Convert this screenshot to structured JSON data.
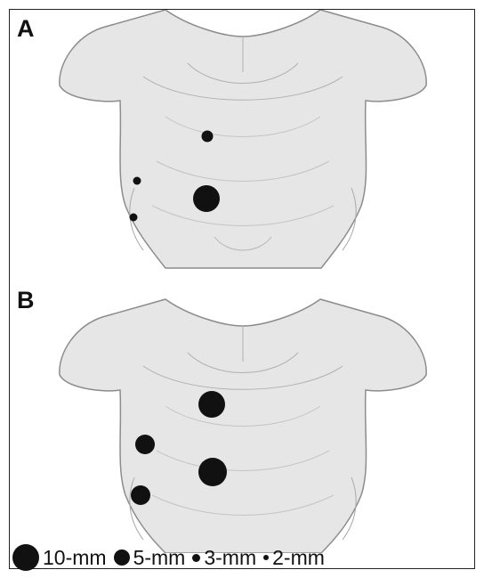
{
  "panels": [
    {
      "label": "A",
      "ports": [
        {
          "size": "5-mm",
          "position": "upper mid-abdomen"
        },
        {
          "size": "3-mm",
          "position": "right flank upper"
        },
        {
          "size": "10-mm",
          "position": "umbilical"
        },
        {
          "size": "3-mm",
          "position": "right flank lower"
        }
      ]
    },
    {
      "label": "B",
      "ports": [
        {
          "size": "10-mm",
          "position": "upper mid-abdomen"
        },
        {
          "size": "5-mm",
          "position": "right flank upper"
        },
        {
          "size": "10-mm",
          "position": "umbilical"
        },
        {
          "size": "5-mm",
          "position": "right flank lower"
        }
      ]
    }
  ],
  "legend": [
    {
      "label": "10-mm",
      "dot": "large"
    },
    {
      "label": "5-mm",
      "dot": "medium"
    },
    {
      "label": "3-mm",
      "dot": "small"
    },
    {
      "label": "2-mm",
      "dot": "tiny"
    }
  ],
  "colors": {
    "ink": "#111111",
    "skin": "#e4e4e4",
    "outline": "#8c8c8c"
  }
}
